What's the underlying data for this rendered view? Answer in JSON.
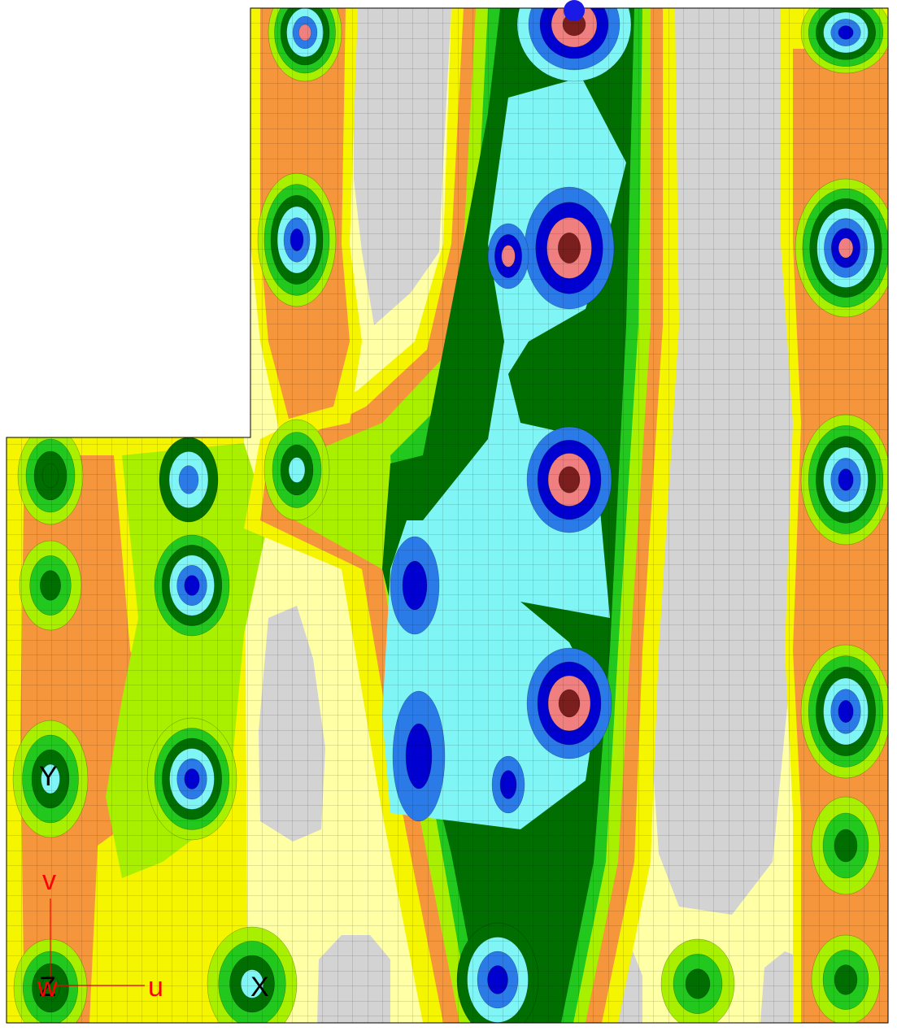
{
  "colors": {
    "band0": "#d3d3d3",
    "band1": "#ffffa6",
    "band2": "#f5f500",
    "band3": "#f5963c",
    "band4": "#a8f000",
    "band5": "#22c81e",
    "band6": "#006e00",
    "band7": "#80f5f5",
    "band8": "#2a7ae8",
    "band9": "#0000d0",
    "band10": "#f08080",
    "band11": "#7a1e1e",
    "marker": "#1a1ae6",
    "label_global": "#000000",
    "label_local": "#ff0000",
    "mesh": "#000000"
  },
  "axes": {
    "global_x": "X",
    "global_y": "Y",
    "global_z": "Z",
    "local_u": "u",
    "local_v": "v",
    "local_w": "w"
  },
  "marker": {
    "shape": "filled-circle"
  }
}
